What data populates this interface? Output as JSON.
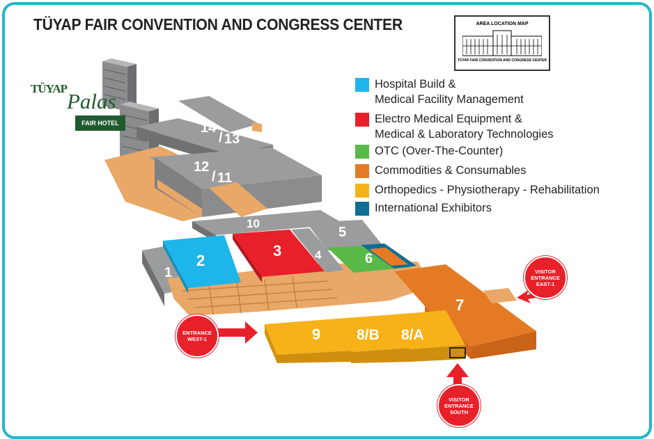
{
  "title": "TÜYAP FAIR CONVENTION AND CONGRESS CENTER",
  "area_map": {
    "title": "AREA LOCATION MAP",
    "caption": "TÜYAP FAIR CONVENTION AND CONGRESS CENTER"
  },
  "hotel": {
    "brand": "TÜYAP",
    "script": "Palas",
    "tag": "FAIR HOTEL"
  },
  "legend": [
    {
      "label": "Hospital Build &\nMedical Facility Management",
      "color": "#1eb6ea"
    },
    {
      "label": "Electro Medical Equipment &\nMedical & Laboratory Technologies",
      "color": "#e8202a"
    },
    {
      "label": "OTC (Over-The-Counter)",
      "color": "#58b947"
    },
    {
      "label": "Commodities & Consumables",
      "color": "#e47b24"
    },
    {
      "label": "Orthopedics - Physiotherapy - Rehabilitation",
      "color": "#f7b21a"
    },
    {
      "label": "International Exhibitors",
      "color": "#0f6d96"
    }
  ],
  "halls": {
    "h1": "1",
    "h2": "2",
    "h3": "3",
    "h4": "4",
    "h5": "5",
    "h6": "6",
    "h7": "7",
    "h9": "9",
    "h8b": "8/B",
    "h8a": "8/A",
    "h10": "10",
    "h14": "14",
    "h13": "13",
    "h12": "12",
    "h11": "11",
    "slash": "/"
  },
  "entrances": {
    "west": "ENTRANCE\nWEST-1",
    "east": "VISITOR\nENTRANCE\nEAST-1",
    "south": "VISITOR\nENTRANCE\nSOUTH"
  },
  "colors": {
    "frame": "#25b5c9",
    "grey_hall": "#9b9c9e",
    "tan": "#e9a867",
    "hotel_green": "#1f5b2e"
  }
}
